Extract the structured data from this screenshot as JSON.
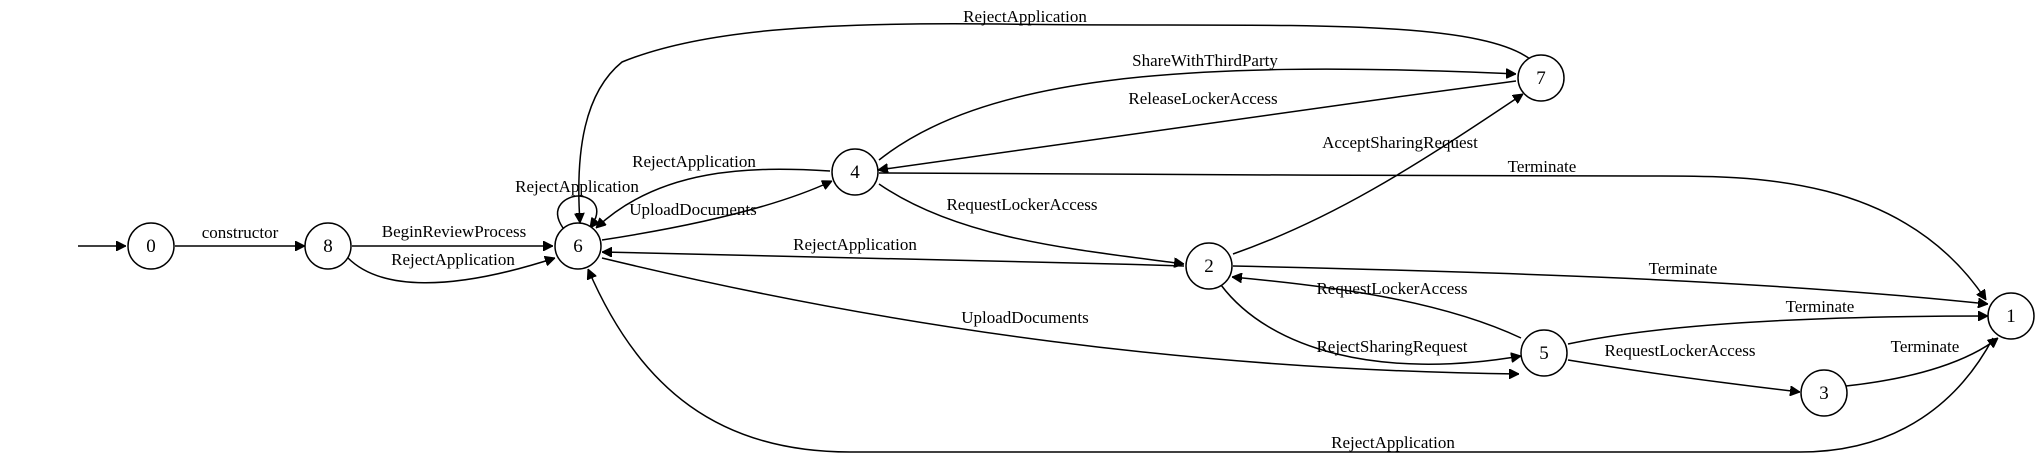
{
  "nodes": [
    {
      "id": "0",
      "label": "0"
    },
    {
      "id": "8",
      "label": "8"
    },
    {
      "id": "6",
      "label": "6"
    },
    {
      "id": "4",
      "label": "4"
    },
    {
      "id": "2",
      "label": "2"
    },
    {
      "id": "7",
      "label": "7"
    },
    {
      "id": "5",
      "label": "5"
    },
    {
      "id": "3",
      "label": "3"
    },
    {
      "id": "1",
      "label": "1"
    }
  ],
  "edges": [
    {
      "id": "start-0",
      "from": "",
      "to": "0",
      "label": ""
    },
    {
      "id": "0-8",
      "from": "0",
      "to": "8",
      "label": "constructor"
    },
    {
      "id": "8-6-begin",
      "from": "8",
      "to": "6",
      "label": "BeginReviewProcess"
    },
    {
      "id": "8-6-reject",
      "from": "8",
      "to": "6",
      "label": "RejectApplication"
    },
    {
      "id": "6-6-reject",
      "from": "6",
      "to": "6",
      "label": "RejectApplication"
    },
    {
      "id": "6-4-upload",
      "from": "6",
      "to": "4",
      "label": "UploadDocuments"
    },
    {
      "id": "4-6-reject",
      "from": "4",
      "to": "6",
      "label": "RejectApplication"
    },
    {
      "id": "4-2-request",
      "from": "4",
      "to": "2",
      "label": "RequestLockerAccess"
    },
    {
      "id": "4-7-share",
      "from": "4",
      "to": "7",
      "label": "ShareWithThirdParty"
    },
    {
      "id": "7-4-release",
      "from": "7",
      "to": "4",
      "label": "ReleaseLockerAccess"
    },
    {
      "id": "7-6-reject",
      "from": "7",
      "to": "6",
      "label": "RejectApplication"
    },
    {
      "id": "4-1-terminate",
      "from": "4",
      "to": "1",
      "label": "Terminate"
    },
    {
      "id": "2-6-reject",
      "from": "2",
      "to": "6",
      "label": "RejectApplication"
    },
    {
      "id": "2-7-accept",
      "from": "2",
      "to": "7",
      "label": "AcceptSharingRequest"
    },
    {
      "id": "2-1-terminate",
      "from": "2",
      "to": "1",
      "label": "Terminate"
    },
    {
      "id": "6-5-upload",
      "from": "6",
      "to": "5",
      "label": "UploadDocuments"
    },
    {
      "id": "5-2-request",
      "from": "5",
      "to": "2",
      "label": "RequestLockerAccess"
    },
    {
      "id": "2-5-reject",
      "from": "2",
      "to": "5",
      "label": "RejectSharingRequest"
    },
    {
      "id": "5-1-terminate",
      "from": "5",
      "to": "1",
      "label": "Terminate"
    },
    {
      "id": "5-3-request",
      "from": "5",
      "to": "3",
      "label": "RequestLockerAccess"
    },
    {
      "id": "3-1-terminate",
      "from": "3",
      "to": "1",
      "label": "Terminate"
    },
    {
      "id": "1-6-reject",
      "from": "1",
      "to": "6",
      "label": "RejectApplication"
    }
  ]
}
